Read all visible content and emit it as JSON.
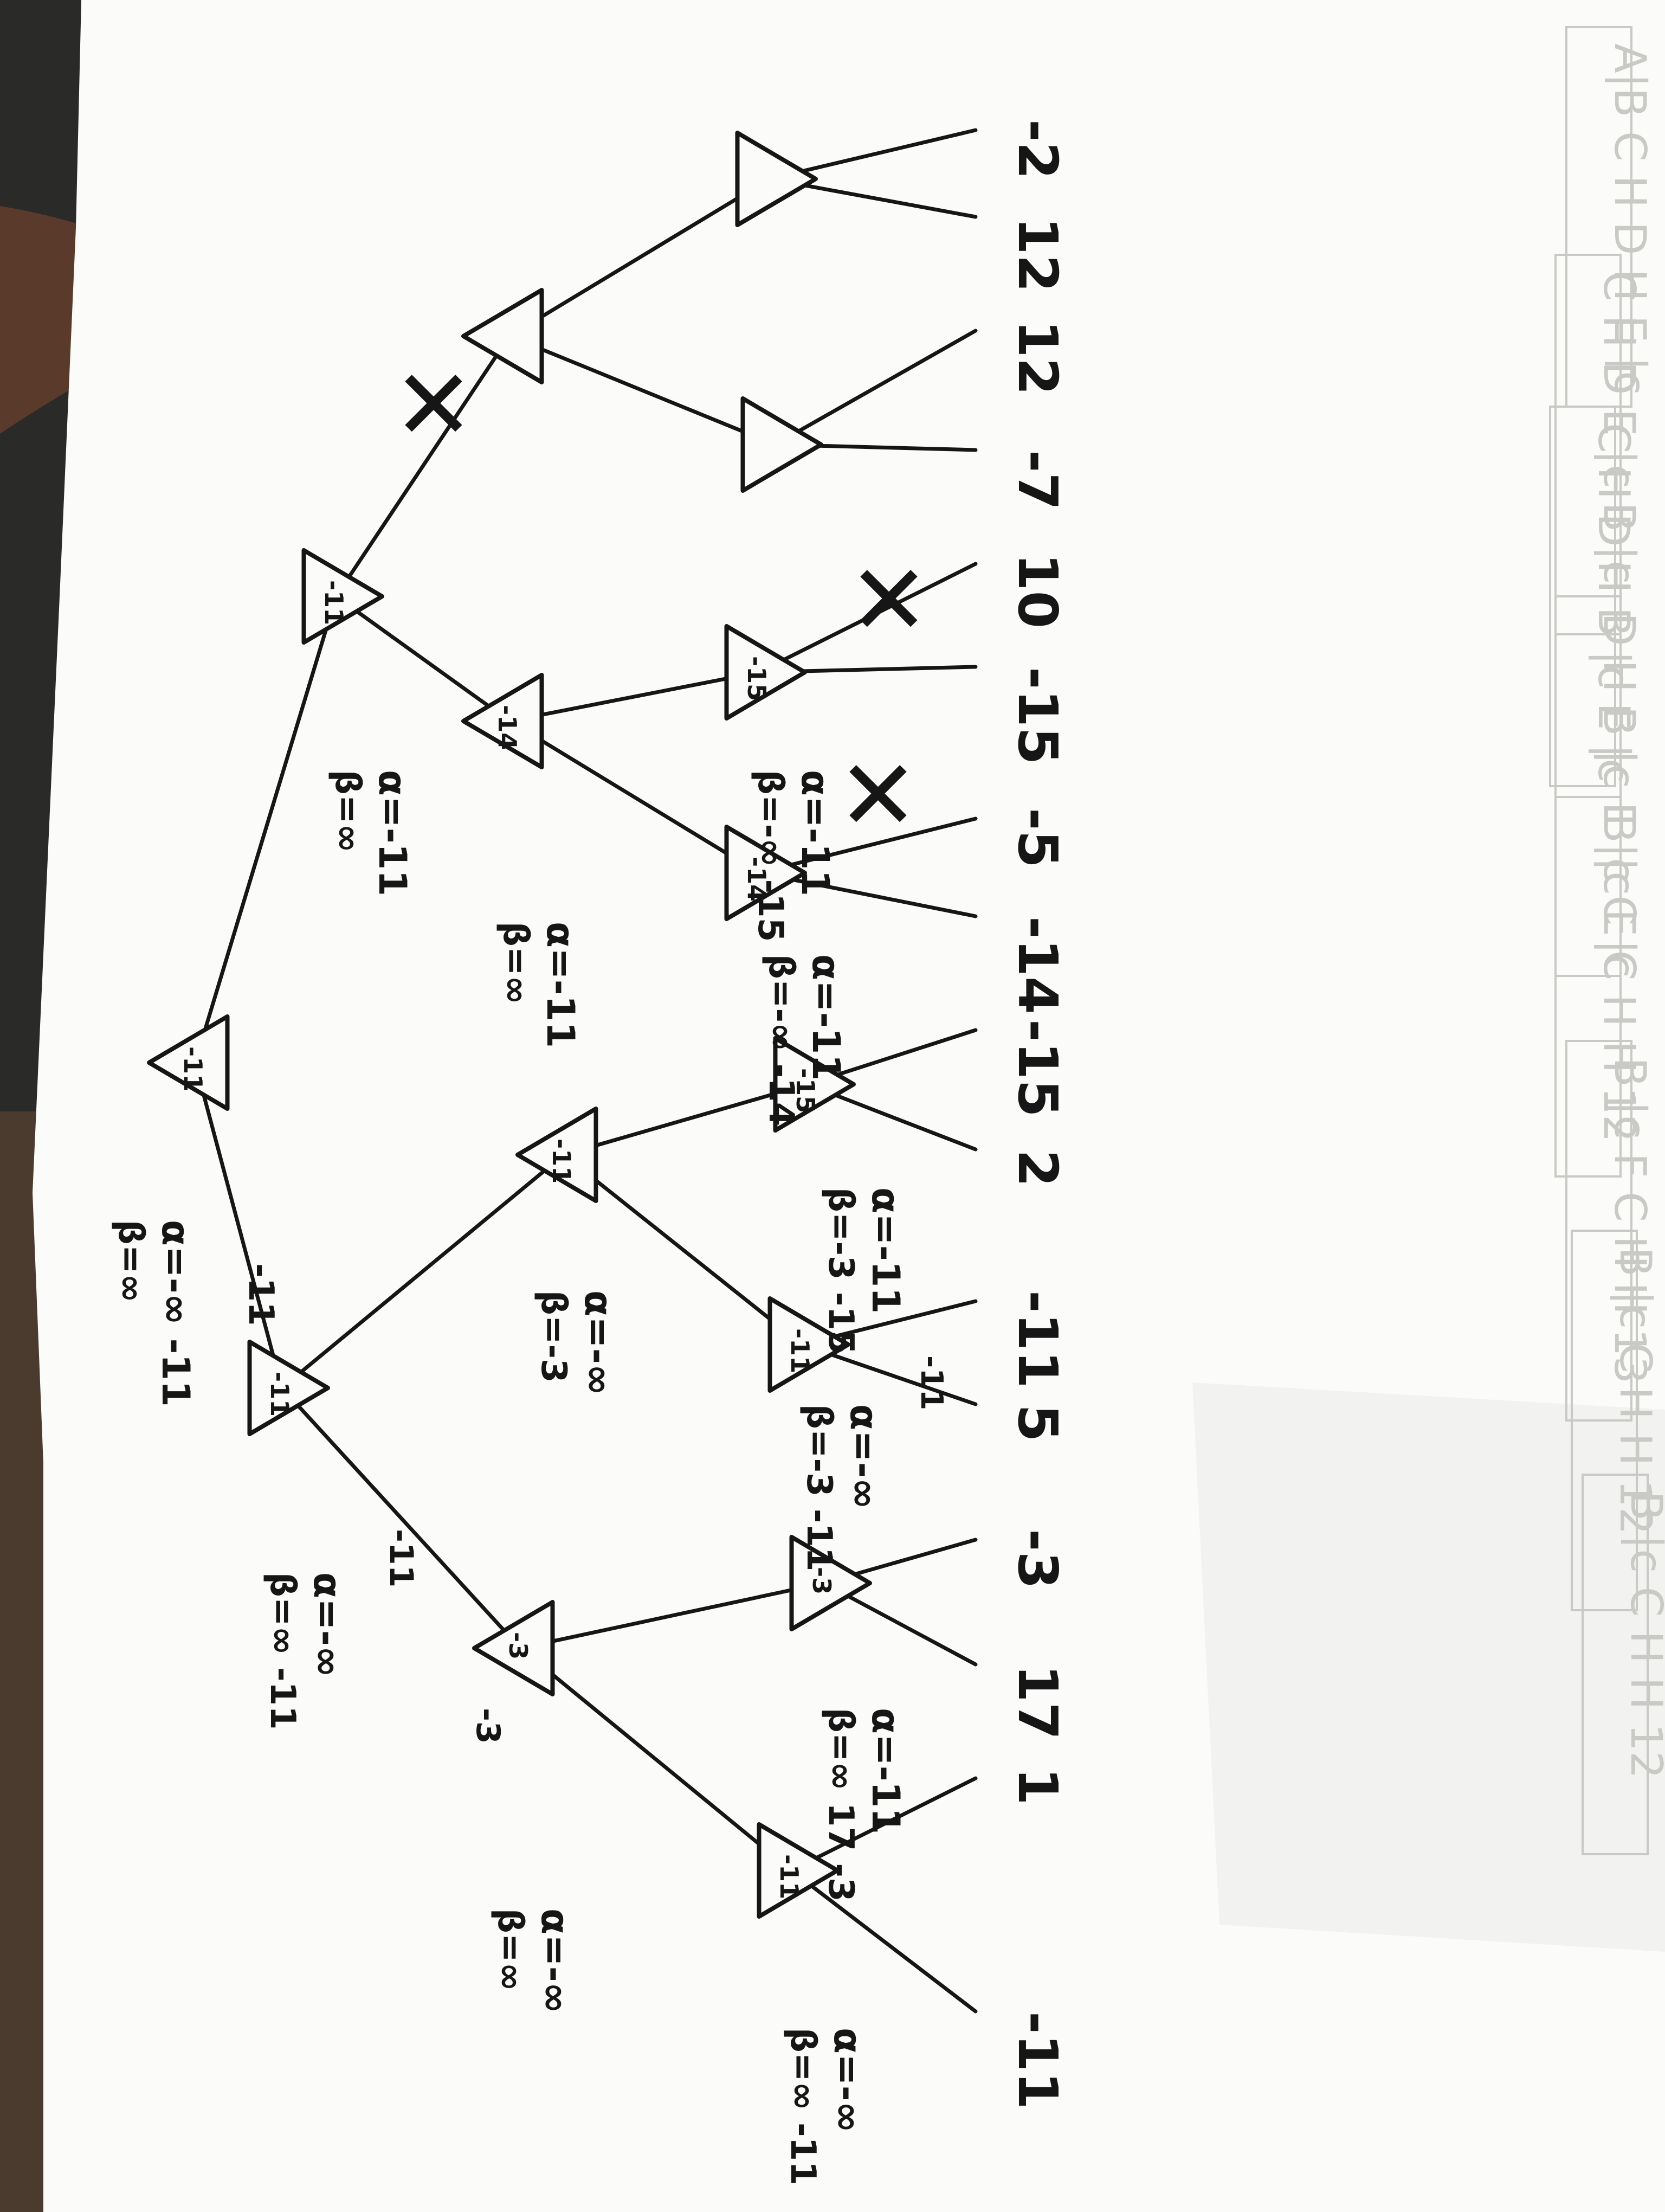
{
  "photo": {
    "subject": "Hand-drawn game tree with alpha-beta pruning on paper, photographed rotated",
    "colors": {
      "paper": "#fbfbf9",
      "ink": "#161616",
      "bleed_through": "#c9c9c6",
      "background": "#2a2a28",
      "skin": "#5a3a2a"
    }
  },
  "tree": {
    "root": {
      "value": "-11",
      "alpha": "α=-∞ -11",
      "beta": "β=∞"
    },
    "root_edge_mark": "-11",
    "level1": [
      {
        "id": "A",
        "value": "-11",
        "alpha": "α=-∞",
        "beta": "β=∞ -11",
        "edge_mark": "-11"
      },
      {
        "id": "B",
        "value": "-11",
        "alpha": "α=-11",
        "beta": "β=∞"
      }
    ],
    "level2": [
      {
        "id": "A1",
        "value": "-3",
        "alpha": "α=-∞",
        "beta": "β=∞",
        "edge_mark": "-3"
      },
      {
        "id": "A2",
        "value": "-11",
        "alpha": "α=-∞",
        "beta": "β=-3",
        "edge_mark": "-11"
      },
      {
        "id": "B1",
        "value": "-14",
        "alpha": "α=-11",
        "beta": "β=∞"
      },
      {
        "id": "B2",
        "value": "",
        "alpha": "",
        "beta": ""
      }
    ],
    "level3": [
      {
        "id": "A1a",
        "value": "-11",
        "alpha": "α=-∞",
        "beta": "β=∞ -11"
      },
      {
        "id": "A1b",
        "value": "-3",
        "alpha": "α=-11",
        "beta": "β=∞ 17 -3"
      },
      {
        "id": "A2a",
        "value": "-11",
        "alpha": "α=-∞",
        "beta": "β=-3 -11"
      },
      {
        "id": "A2b",
        "value": "-15",
        "alpha": "α=-11",
        "beta": "β=-3 -15"
      },
      {
        "id": "B1a",
        "value": "-14",
        "alpha": "α=-11",
        "beta": "β=-∞ -14"
      },
      {
        "id": "B1b",
        "value": "-15",
        "alpha": "α=-11",
        "beta": "β=-∞ -15"
      },
      {
        "id": "B2a",
        "value": "",
        "alpha": "",
        "beta": ""
      },
      {
        "id": "B2b",
        "value": "",
        "alpha": "",
        "beta": ""
      }
    ],
    "leaves": [
      "-11",
      "1",
      "17",
      "-3",
      "5",
      "-11",
      "2",
      "-15",
      "-14",
      "-5",
      "-15",
      "10",
      "-7",
      "12",
      "12",
      "-2"
    ],
    "pruned_marks": [
      "✕",
      "✕",
      "✕"
    ]
  },
  "bleed_through_text": [
    "A|B C H D H E |c",
    "C H D E |c B |c",
    "C H D H B |c E |c",
    "D H B |c E |c C |c",
    "B |c E C H H 12",
    "B |c F C H H 13",
    "B |c C H H 12",
    "B |c C H H 12"
  ]
}
